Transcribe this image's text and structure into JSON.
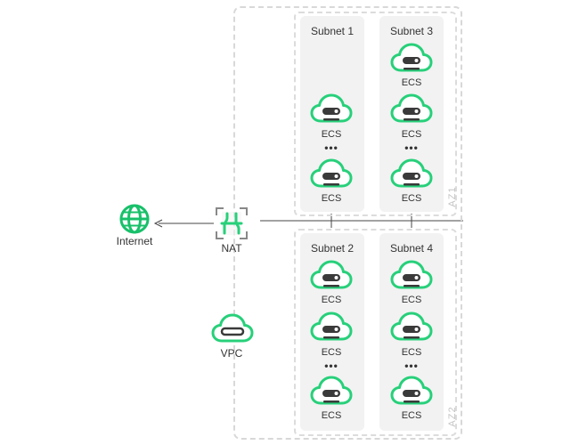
{
  "vpc": {
    "label": "VPC"
  },
  "internet": {
    "label": "Internet"
  },
  "nat": {
    "label": "NAT"
  },
  "az": [
    {
      "label": "AZ1"
    },
    {
      "label": "AZ2"
    }
  ],
  "subnets": [
    {
      "title": "Subnet 1",
      "instance_label": "ECS",
      "visible_instances": 2,
      "ellipsis": "•••"
    },
    {
      "title": "Subnet 3",
      "instance_label": "ECS",
      "visible_instances": 3,
      "ellipsis": "•••"
    },
    {
      "title": "Subnet 2",
      "instance_label": "ECS",
      "visible_instances": 3,
      "ellipsis": "•••"
    },
    {
      "title": "Subnet 4",
      "instance_label": "ECS",
      "visible_instances": 3,
      "ellipsis": "•••"
    }
  ],
  "colors": {
    "accent": "#27d07a",
    "dark": "#3a3a3a",
    "internet": "#18c06a",
    "dashed": "#d8d8d8",
    "subnet_bg": "#f2f2f2"
  },
  "icons": {
    "ecs": "cloud-server-icon",
    "vpc": "cloud-vpc-icon",
    "internet": "globe-icon",
    "nat": "nat-gateway-icon"
  }
}
